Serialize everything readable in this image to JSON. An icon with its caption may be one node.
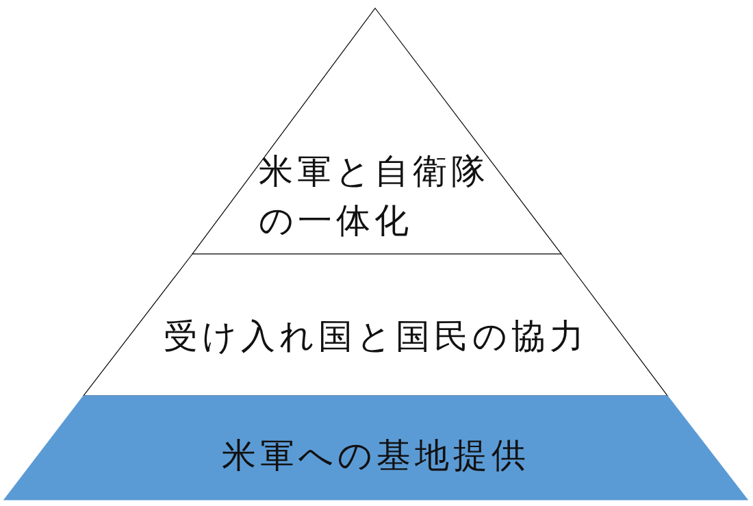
{
  "diagram": {
    "nodes": [
      {
        "text": [
          "米軍と自衛隊の一体化"
        ]
      },
      {
        "text": [
          "受け入れ国と国民の協力"
        ]
      },
      {
        "text": [
          "米軍への基地提供"
        ]
      }
    ]
  }
}
